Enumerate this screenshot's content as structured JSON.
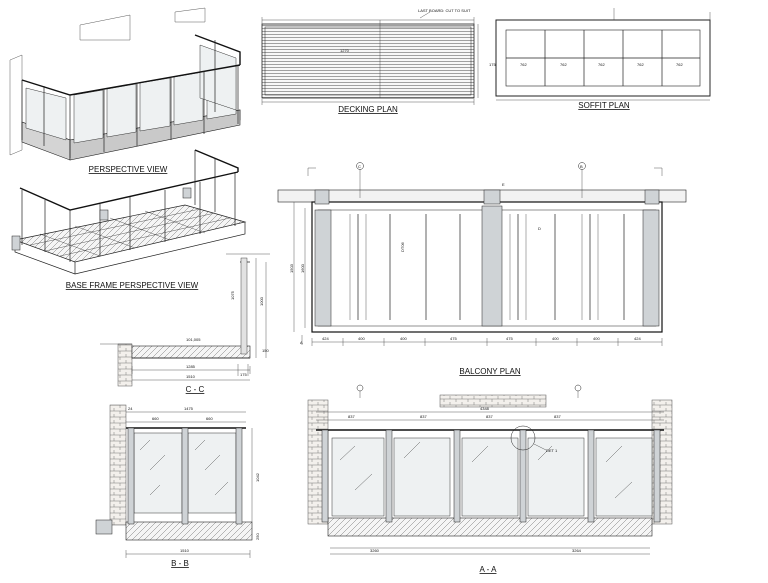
{
  "titles": {
    "perspective": "PERSPECTIVE VIEW",
    "base_frame": "BASE FRAME PERSPECTIVE VIEW",
    "decking": "DECKING PLAN",
    "soffit": "SOFFIT PLAN",
    "balcony": "BALCONY PLAN",
    "cc": "C - C",
    "bb": "B - B",
    "aa": "A - A"
  },
  "decking": {
    "note": "LAST BOARD: CUT TO SUIT",
    "width": "1270"
  },
  "soffit": {
    "panels": [
      "762",
      "762",
      "762",
      "762",
      "762"
    ],
    "side": "175"
  },
  "balcony_plan": {
    "markers": [
      "C",
      "B",
      "A",
      "E",
      "D"
    ],
    "bottom_dims": [
      "424",
      "400",
      "400",
      "475",
      "475",
      "400",
      "400",
      "424"
    ],
    "left_dims": [
      "1503",
      "1600"
    ],
    "labels": [
      "DT06"
    ]
  },
  "section_cc": {
    "dims": [
      "1285",
      "1510",
      "175",
      "1000",
      "1075",
      "150"
    ],
    "top": "101,005"
  },
  "section_bb": {
    "dims": [
      "1475",
      "660",
      "660",
      "1510",
      "1042",
      "250",
      "24"
    ]
  },
  "section_aa": {
    "dims": [
      "4348",
      "837",
      "837",
      "837",
      "837",
      "3260",
      "3264"
    ],
    "callout": "DET 1"
  }
}
